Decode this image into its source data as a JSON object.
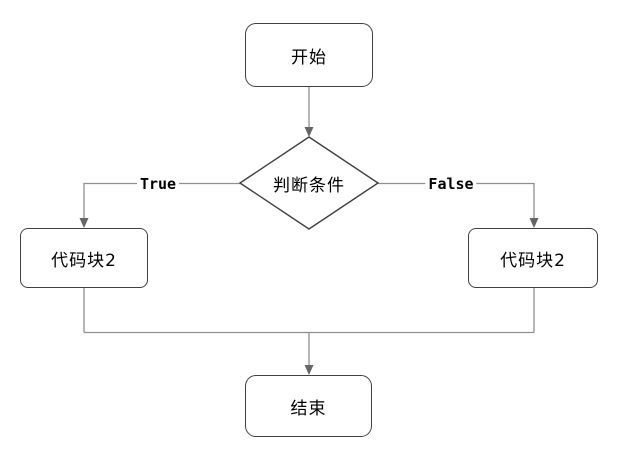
{
  "diagram": {
    "type": "flowchart",
    "nodes": {
      "start": {
        "label": "开始",
        "shape": "rounded-rectangle"
      },
      "decision": {
        "label": "判断条件",
        "shape": "diamond"
      },
      "true_branch": {
        "label": "代码块2",
        "shape": "rounded-rectangle"
      },
      "false_branch": {
        "label": "代码块2",
        "shape": "rounded-rectangle"
      },
      "end": {
        "label": "结束",
        "shape": "rounded-rectangle"
      }
    },
    "edges": [
      {
        "from": "start",
        "to": "decision",
        "label": ""
      },
      {
        "from": "decision",
        "to": "true_branch",
        "label": "True"
      },
      {
        "from": "decision",
        "to": "false_branch",
        "label": "False"
      },
      {
        "from": "true_branch",
        "to": "end",
        "label": ""
      },
      {
        "from": "false_branch",
        "to": "end",
        "label": ""
      }
    ],
    "colors": {
      "background": "#ffffff",
      "node_fill": "#ffffff",
      "node_border": "#404040",
      "connector": "#8f8f8f",
      "arrowhead": "#666666",
      "label_text": "#000000"
    }
  }
}
